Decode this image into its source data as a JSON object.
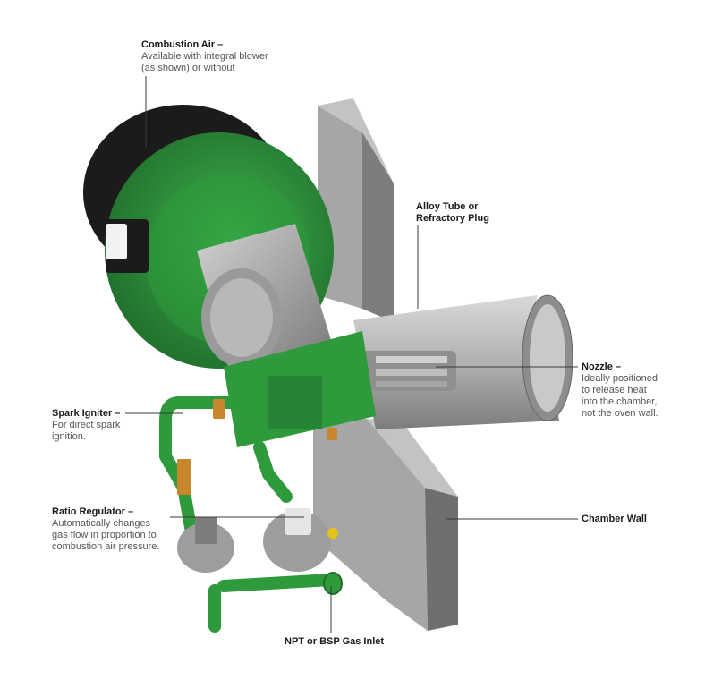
{
  "colors": {
    "burner_green": "#2e9a3c",
    "burner_green_dark": "#1f6e2b",
    "motor_gray": "#a9a9a9",
    "wall_gray": "#9a9a9a",
    "tube_gray": "#b8b8b8",
    "brass": "#c8862d",
    "leader_line": "#3a3a3a"
  },
  "callouts": {
    "combustion_air": {
      "title": "Combustion Air –",
      "lines": [
        "Available with integral blower",
        "(as shown) or without"
      ]
    },
    "alloy_tube": {
      "lines": [
        "Alloy Tube or",
        "Refractory Plug"
      ]
    },
    "nozzle": {
      "title": "Nozzle –",
      "lines": [
        "Ideally positioned",
        "to release heat",
        "into the chamber,",
        "not the oven wall."
      ]
    },
    "spark_igniter": {
      "title": "Spark Igniter –",
      "lines": [
        "For direct spark",
        "ignition."
      ]
    },
    "chamber_wall": {
      "title": "Chamber Wall"
    },
    "ratio_regulator": {
      "title": "Ratio Regulator –",
      "lines": [
        "Automatically changes",
        "gas flow in proportion to",
        "combustion air pressure."
      ]
    },
    "gas_inlet": {
      "title": "NPT or BSP Gas Inlet"
    }
  }
}
